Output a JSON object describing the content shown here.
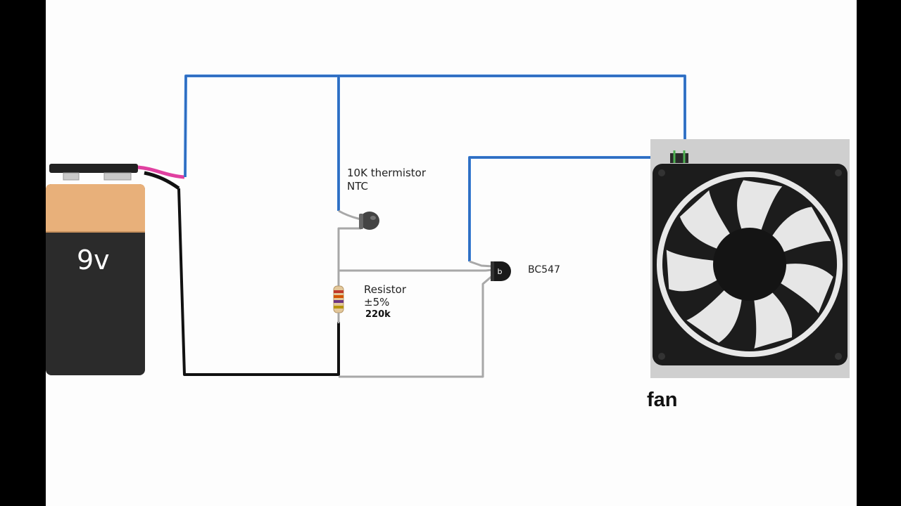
{
  "battery": {
    "label": "9v"
  },
  "thermistor": {
    "label_line1": "10K thermistor",
    "label_line2": "NTC"
  },
  "resistor": {
    "label_line1": "Resistor",
    "label_line2": "±5%",
    "value": "220k"
  },
  "transistor": {
    "label": "BC547",
    "pin_mark": "b"
  },
  "fan": {
    "label": "fan"
  },
  "colors": {
    "wire_positive": "#3b7fd4",
    "wire_negative": "#111111",
    "wire_signal": "#a8a8a8",
    "battery_top": "#e8b07a",
    "battery_body": "#2b2b2b",
    "fan_frame": "#1c1c1c",
    "fan_backdrop": "#cfcfcf"
  }
}
